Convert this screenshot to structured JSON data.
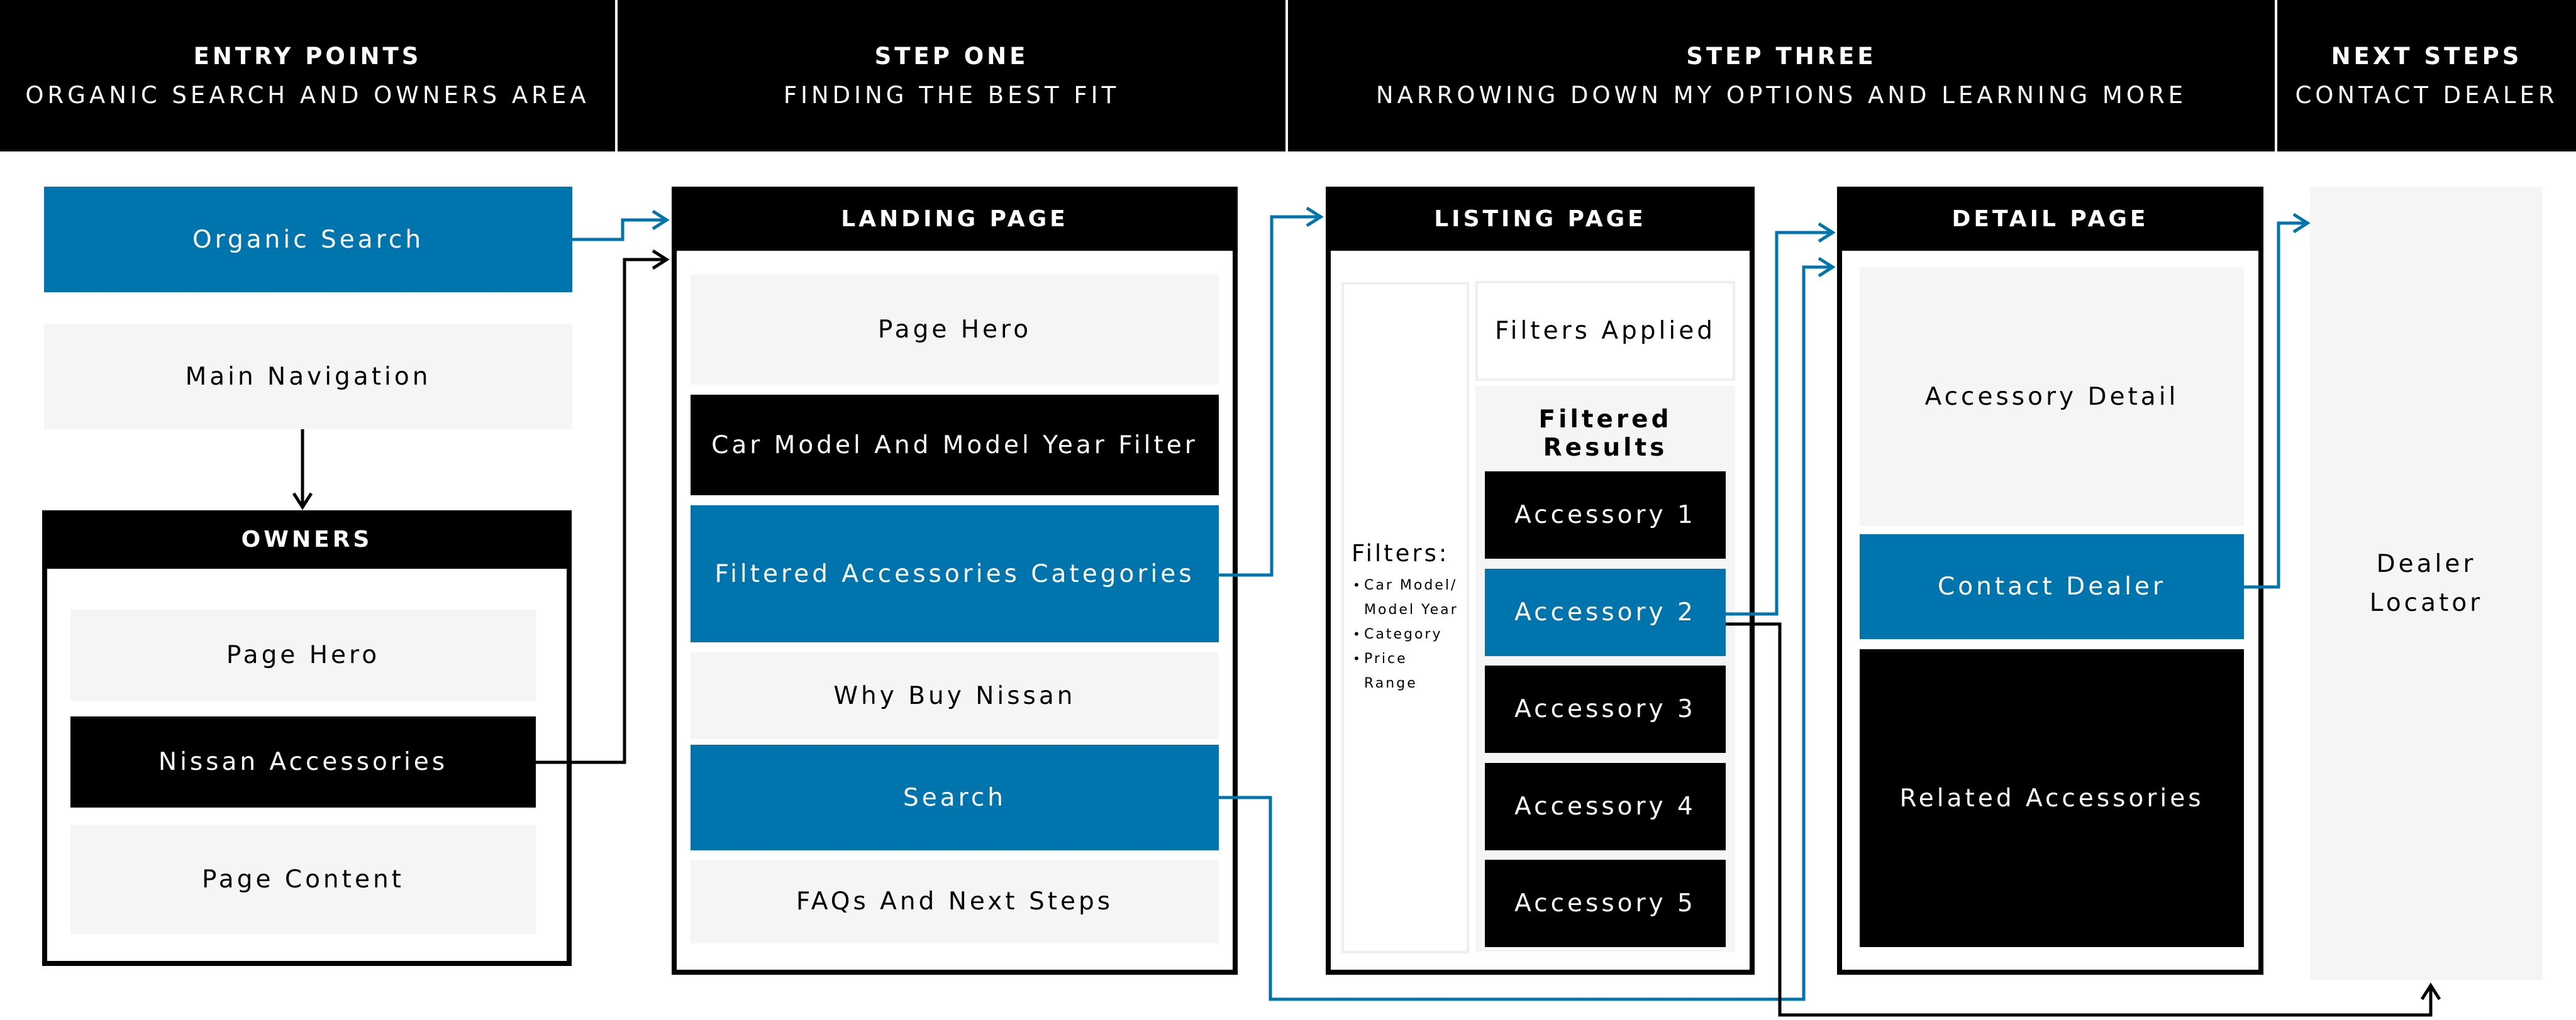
{
  "columns": [
    {
      "title": "ENTRY POINTS",
      "subtitle": "ORGANIC SEARCH AND OWNERS AREA"
    },
    {
      "title": "STEP ONE",
      "subtitle": "FINDING THE BEST FIT"
    },
    {
      "title": "STEP THREE",
      "subtitle": "NARROWING DOWN MY OPTIONS AND LEARNING MORE"
    },
    {
      "title": "NEXT STEPS",
      "subtitle": "CONTACT DEALER"
    }
  ],
  "entry": {
    "organic_search": "Organic Search",
    "main_navigation": "Main Navigation"
  },
  "owners": {
    "title": "OWNERS",
    "page_hero": "Page Hero",
    "nissan_accessories": "Nissan Accessories",
    "page_content": "Page Content"
  },
  "landing": {
    "title": "LANDING PAGE",
    "page_hero": "Page Hero",
    "filter": "Car Model And Model Year Filter",
    "categories": "Filtered Accessories Categories",
    "why_buy": "Why Buy Nissan",
    "search": "Search",
    "faqs": "FAQs And Next Steps"
  },
  "listing": {
    "title": "LISTING PAGE",
    "filters_label": "Filters:",
    "filter_items": [
      "Car Model/ Model Year",
      "Category",
      "Price Range"
    ],
    "filters_applied": "Filters Applied",
    "filtered_results": "Filtered Results",
    "accessories": [
      "Accessory 1",
      "Accessory 2",
      "Accessory 3",
      "Accessory 4",
      "Accessory 5"
    ]
  },
  "detail": {
    "title": "DETAIL PAGE",
    "accessory_detail": "Accessory Detail",
    "contact_dealer": "Contact Dealer",
    "related": "Related Accessories"
  },
  "next": {
    "dealer_locator_line1": "Dealer",
    "dealer_locator_line2": "Locator"
  },
  "colors": {
    "accent_blue": "#0074ac",
    "black": "#000000",
    "light_grey": "#f5f5f5"
  }
}
